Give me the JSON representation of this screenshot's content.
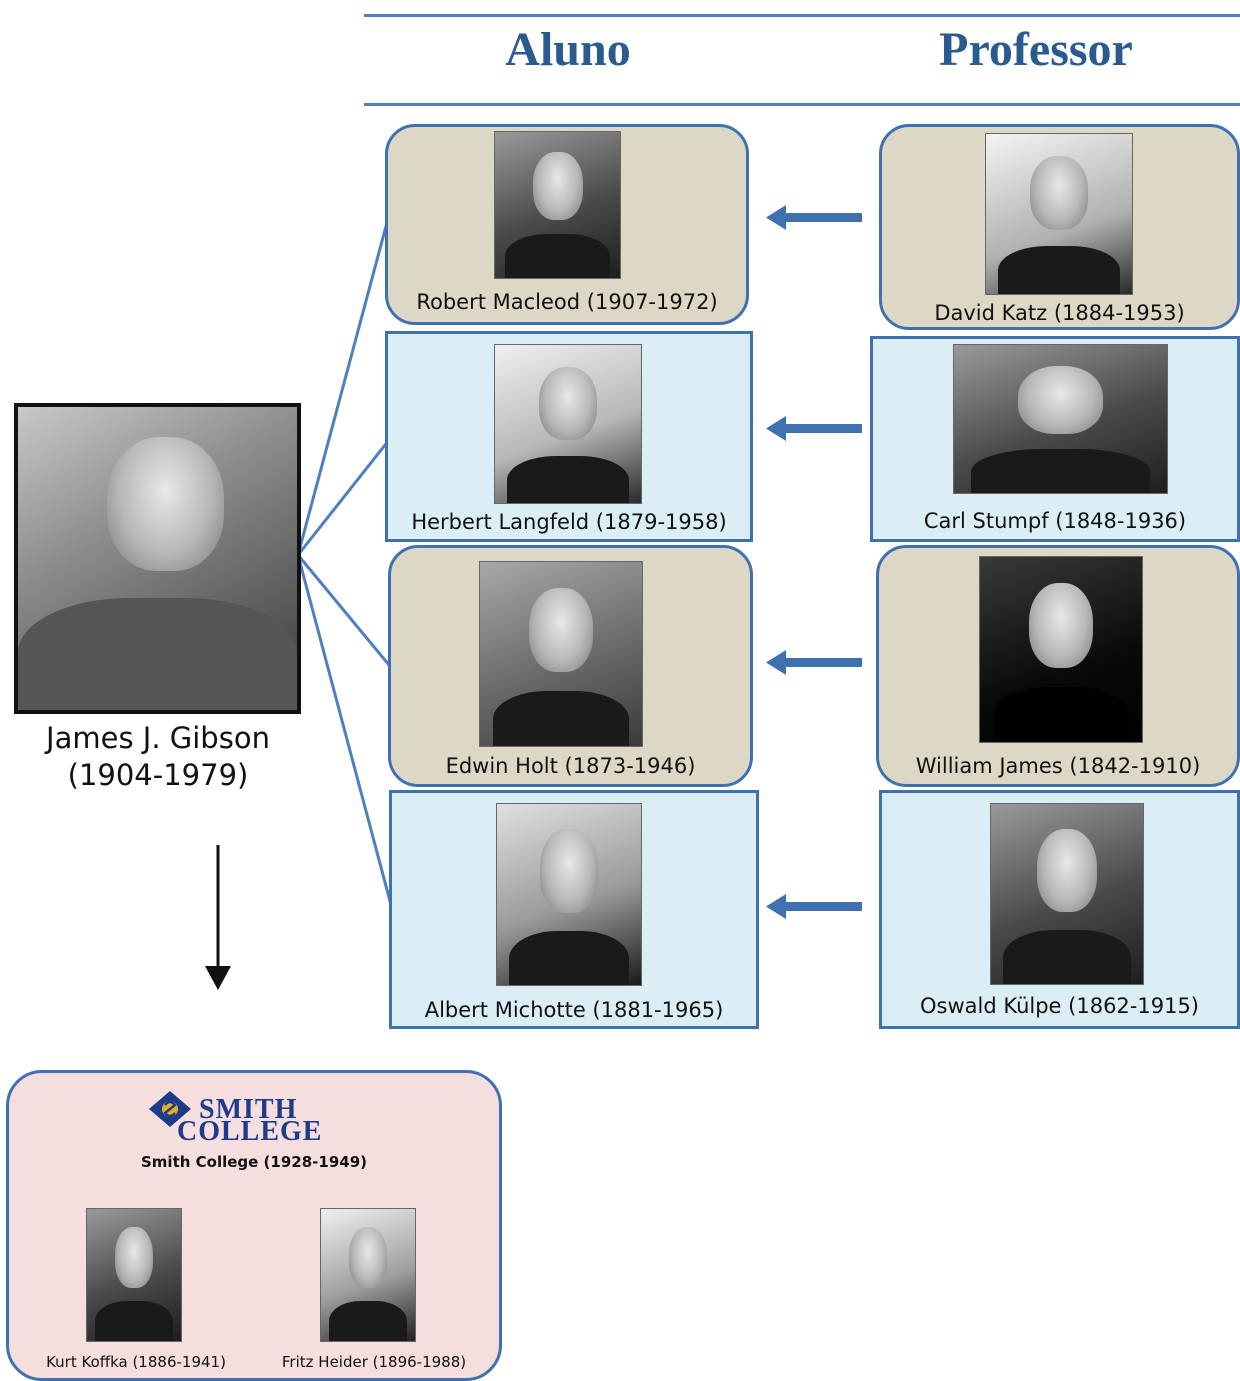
{
  "headers": {
    "student": "Aluno",
    "teacher": "Professor"
  },
  "gibson": {
    "name": "James J. Gibson",
    "years": "(1904-1979)"
  },
  "rows": [
    {
      "student": "Robert Macleod (1907-1972)",
      "teacher": "David Katz (1884-1953)",
      "style": "beige"
    },
    {
      "student": "Herbert Langfeld (1879-1958)",
      "teacher": "Carl Stumpf (1848-1936)",
      "style": "blue"
    },
    {
      "student": "Edwin Holt (1873-1946)",
      "teacher": "William James (1842-1910)",
      "style": "beige"
    },
    {
      "student": "Albert Michotte (1881-1965)",
      "teacher": "Oswald Külpe (1862-1915)",
      "style": "blue"
    }
  ],
  "smith": {
    "logo_line1": "SMITH",
    "logo_line2": "COLLEGE",
    "caption": "Smith College (1928-1949)",
    "people": [
      "Kurt Koffka (1886-1941)",
      "Fritz Heider (1896-1988)"
    ]
  },
  "colors": {
    "line_blue": "#4f7fbf",
    "beige": "#ddd8c5",
    "light_blue": "#dbeef6",
    "pink": "#f5dede",
    "header_blue": "#2a5a90"
  }
}
